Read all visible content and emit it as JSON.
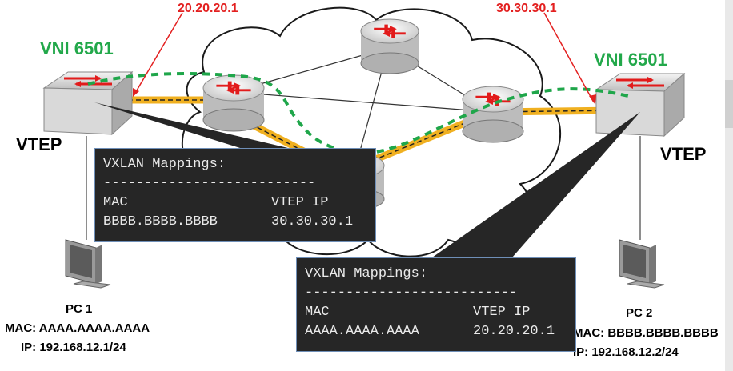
{
  "labels": {
    "left_vtep_ip": "20.20.20.1",
    "right_vtep_ip": "30.30.30.1",
    "left_vni": "VNI 6501",
    "right_vni": "VNI 6501",
    "left_vtep": "VTEP",
    "right_vtep": "VTEP"
  },
  "pc1": {
    "name": "PC 1",
    "mac": "MAC: AAAA.AAAA.AAAA",
    "ip": "IP: 192.168.12.1/24"
  },
  "pc2": {
    "name": "PC 2",
    "mac": "MAC: BBBB.BBBB.BBBB",
    "ip": "IP: 192.168.12.2/24"
  },
  "mapping_left": {
    "title": "VXLAN Mappings:",
    "rule": "--------------------------",
    "col_mac": "MAC",
    "col_ip": "VTEP IP",
    "mac": "BBBB.BBBB.BBBB",
    "ip": "30.30.30.1"
  },
  "mapping_right": {
    "title": "VXLAN Mappings:",
    "rule": "--------------------------",
    "col_mac": "MAC",
    "col_ip": "VTEP IP",
    "mac": "AAAA.AAAA.AAAA",
    "ip": "20.20.20.1"
  },
  "colors": {
    "ip_label": "#e32020",
    "vni_label": "#22a84a",
    "tunnel_dash": "#1fa64a",
    "underlay_link": "#f0b020",
    "map_bg": "#262626"
  },
  "icons": [
    "router-icon",
    "switch-icon",
    "pc-icon",
    "cloud-icon"
  ]
}
